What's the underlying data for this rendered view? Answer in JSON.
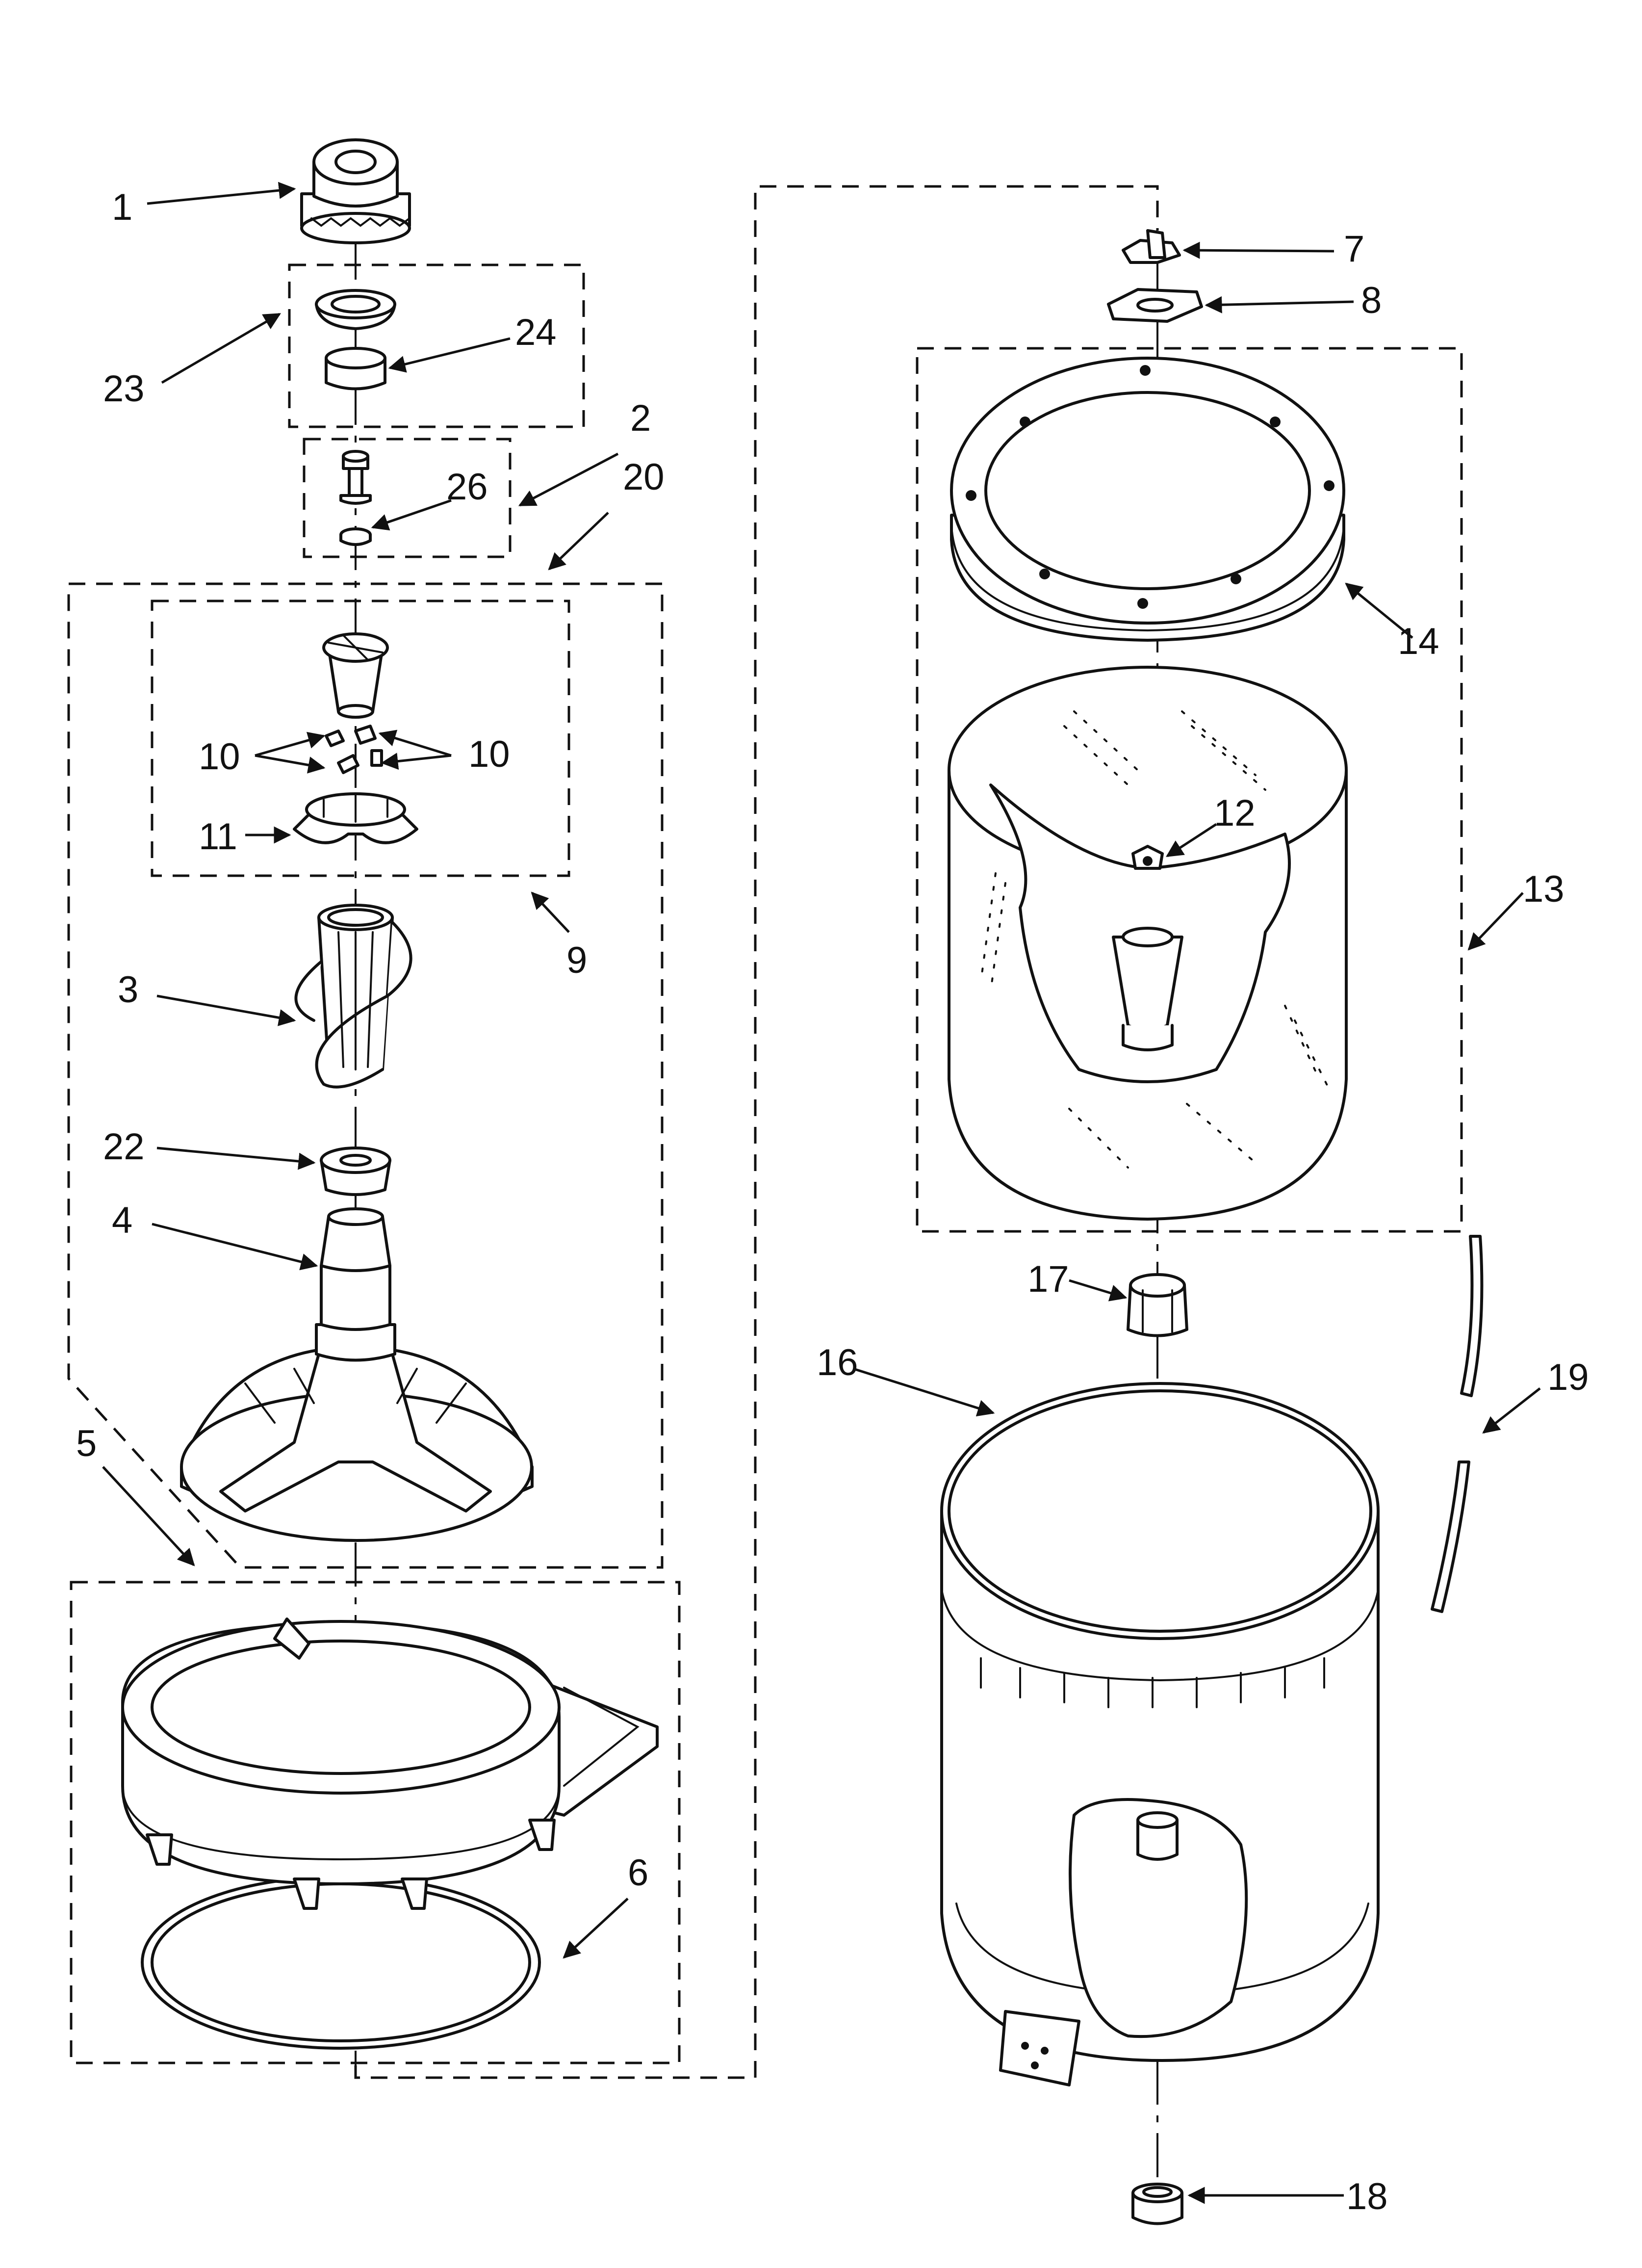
{
  "callouts": [
    {
      "id": "1",
      "text": "1"
    },
    {
      "id": "2",
      "text": "2"
    },
    {
      "id": "3",
      "text": "3"
    },
    {
      "id": "4",
      "text": "4"
    },
    {
      "id": "5",
      "text": "5"
    },
    {
      "id": "6",
      "text": "6"
    },
    {
      "id": "7",
      "text": "7"
    },
    {
      "id": "8",
      "text": "8"
    },
    {
      "id": "9",
      "text": "9"
    },
    {
      "id": "10a",
      "text": "10"
    },
    {
      "id": "10b",
      "text": "10"
    },
    {
      "id": "11",
      "text": "11"
    },
    {
      "id": "12",
      "text": "12"
    },
    {
      "id": "13",
      "text": "13"
    },
    {
      "id": "14",
      "text": "14"
    },
    {
      "id": "16",
      "text": "16"
    },
    {
      "id": "17",
      "text": "17"
    },
    {
      "id": "18",
      "text": "18"
    },
    {
      "id": "19",
      "text": "19"
    },
    {
      "id": "20",
      "text": "20"
    },
    {
      "id": "22",
      "text": "22"
    },
    {
      "id": "23",
      "text": "23"
    },
    {
      "id": "24",
      "text": "24"
    },
    {
      "id": "26",
      "text": "26"
    }
  ],
  "colors": {
    "ink": "#111111",
    "paper": "#ffffff"
  }
}
